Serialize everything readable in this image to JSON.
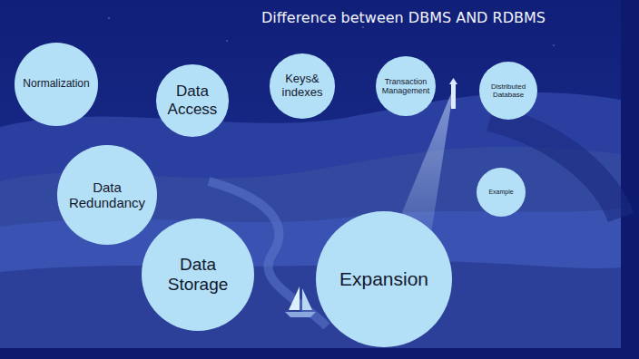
{
  "diagram": {
    "title": "Difference between DBMS AND RDBMS",
    "nodes": [
      {
        "text": [
          "Normalization"
        ]
      },
      {
        "text": [
          "Data Access"
        ]
      },
      {
        "text": [
          "Keys& indexes"
        ]
      },
      {
        "text": [
          "Transaction Management"
        ]
      },
      {
        "text": [
          "Distributed Database"
        ]
      },
      {
        "text": [
          "Data Redundancy"
        ]
      },
      {
        "text": [
          "Example"
        ]
      },
      {
        "text": [
          "Data Storage"
        ]
      },
      {
        "text": [
          "Expansion"
        ]
      }
    ]
  }
}
